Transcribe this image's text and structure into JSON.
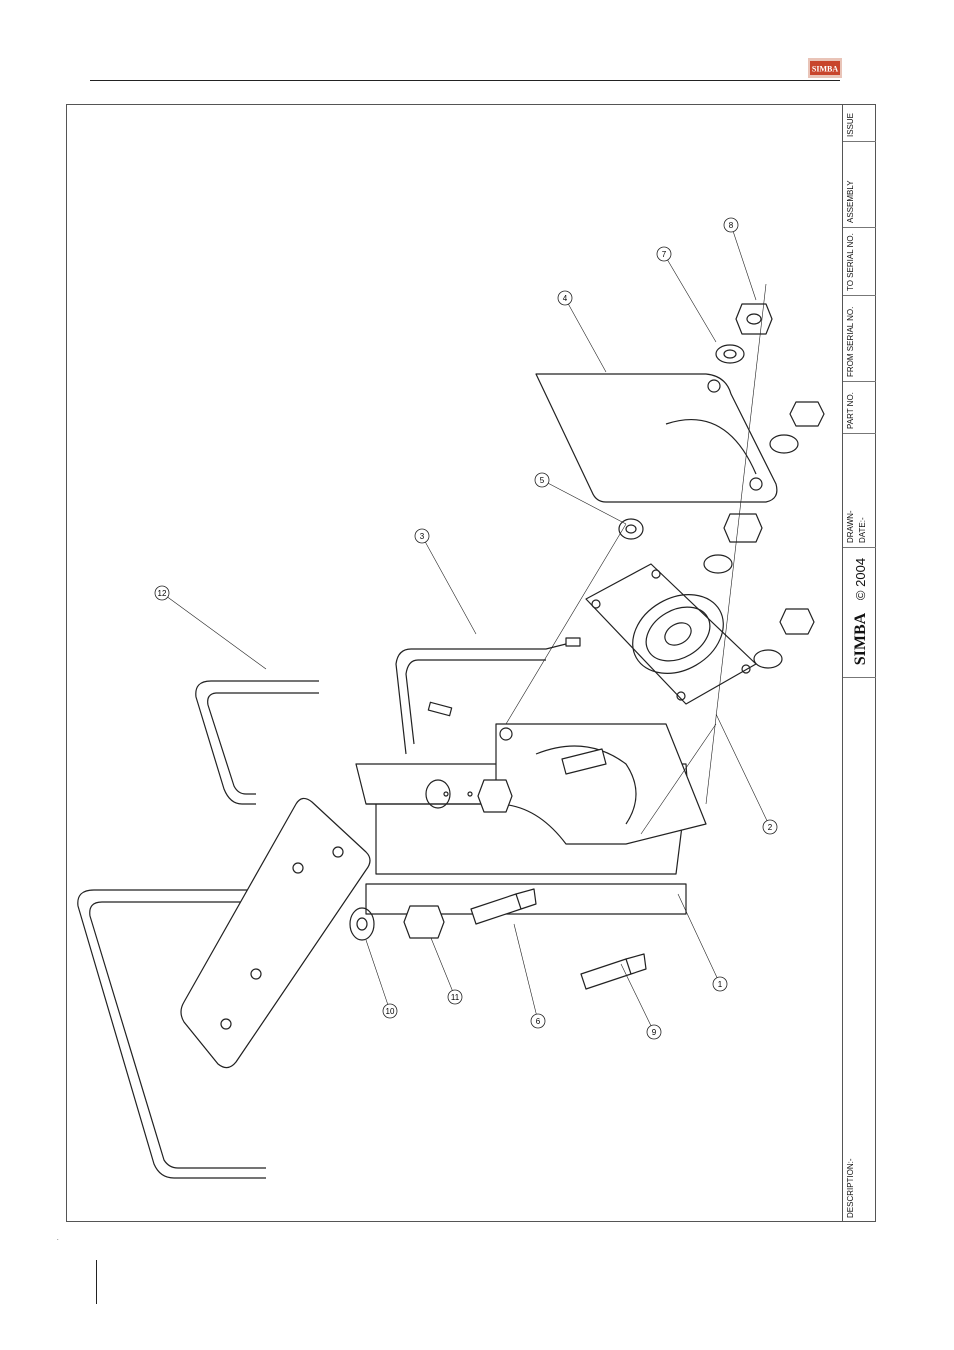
{
  "header": {
    "brand": "SIMBA"
  },
  "title_block": {
    "issue": "ISSUE",
    "assembly": "ASSEMBLY",
    "to_serial": "TO SERIAL NO.",
    "from_serial": "FROM SERIAL NO.",
    "part_no": "PART NO.",
    "drawn": "DRAWN-",
    "date": "DATE:-",
    "brand": "SIMBA",
    "copyright": "© 2004",
    "description": "DESCRIPTION:-"
  },
  "callouts": [
    "1",
    "2",
    "3",
    "4",
    "5",
    "6",
    "7",
    "8",
    "9",
    "10",
    "11",
    "12"
  ],
  "footer": {
    "mark": "."
  }
}
